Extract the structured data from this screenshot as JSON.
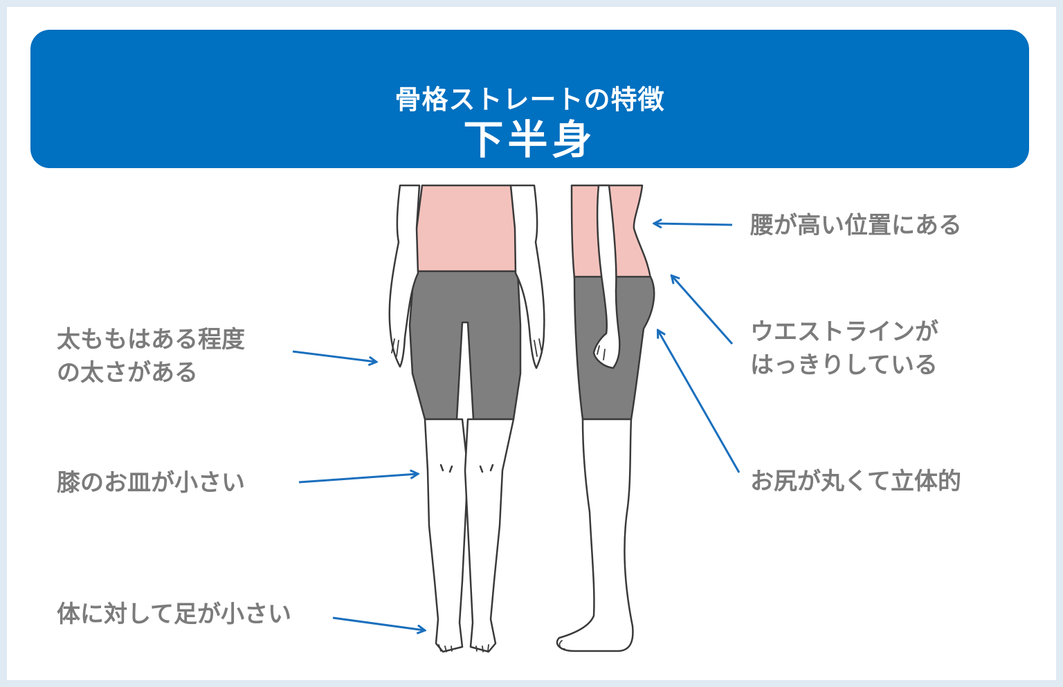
{
  "header": {
    "title": "骨格ストレートの特徴",
    "subtitle": "下半身"
  },
  "labels": {
    "thigh_line1": "太ももはある程度",
    "thigh_line2": "の太さがある",
    "knee": "膝のお皿が小さい",
    "feet": "体に対して足が小さい",
    "waist": "腰が高い位置にある",
    "waistline_line1": "ウエストラインが",
    "waistline_line2": "はっきりしている",
    "hip": "お尻が丸くて立体的"
  },
  "colors": {
    "header_bg": "#0070c0",
    "arrow": "#1a6fbd",
    "label_text": "#7b7b7b",
    "top_fill": "#f4c2bd",
    "shorts_fill": "#7f7f7f",
    "skin_fill": "#ffffff",
    "outline": "#3a3a3a",
    "background": "#dfeaf3"
  }
}
